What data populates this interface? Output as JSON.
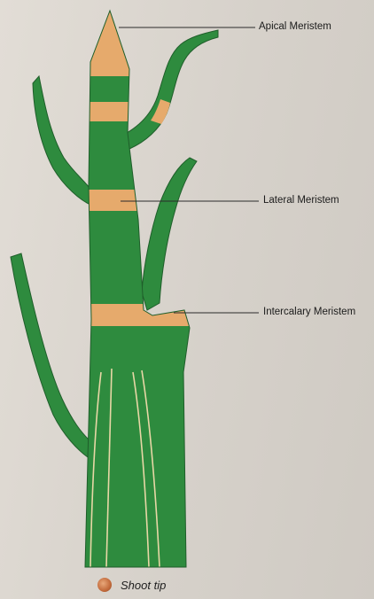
{
  "labels": {
    "apical": "Apical Meristem",
    "lateral": "Lateral Meristem",
    "intercalary": "Intercalary Meristem"
  },
  "caption": "Shoot tip",
  "colors": {
    "stem_green": "#2e8b3e",
    "meristem_orange": "#e6aa6c",
    "vein": "#e8d7a6",
    "outline": "#1f5e2a"
  }
}
